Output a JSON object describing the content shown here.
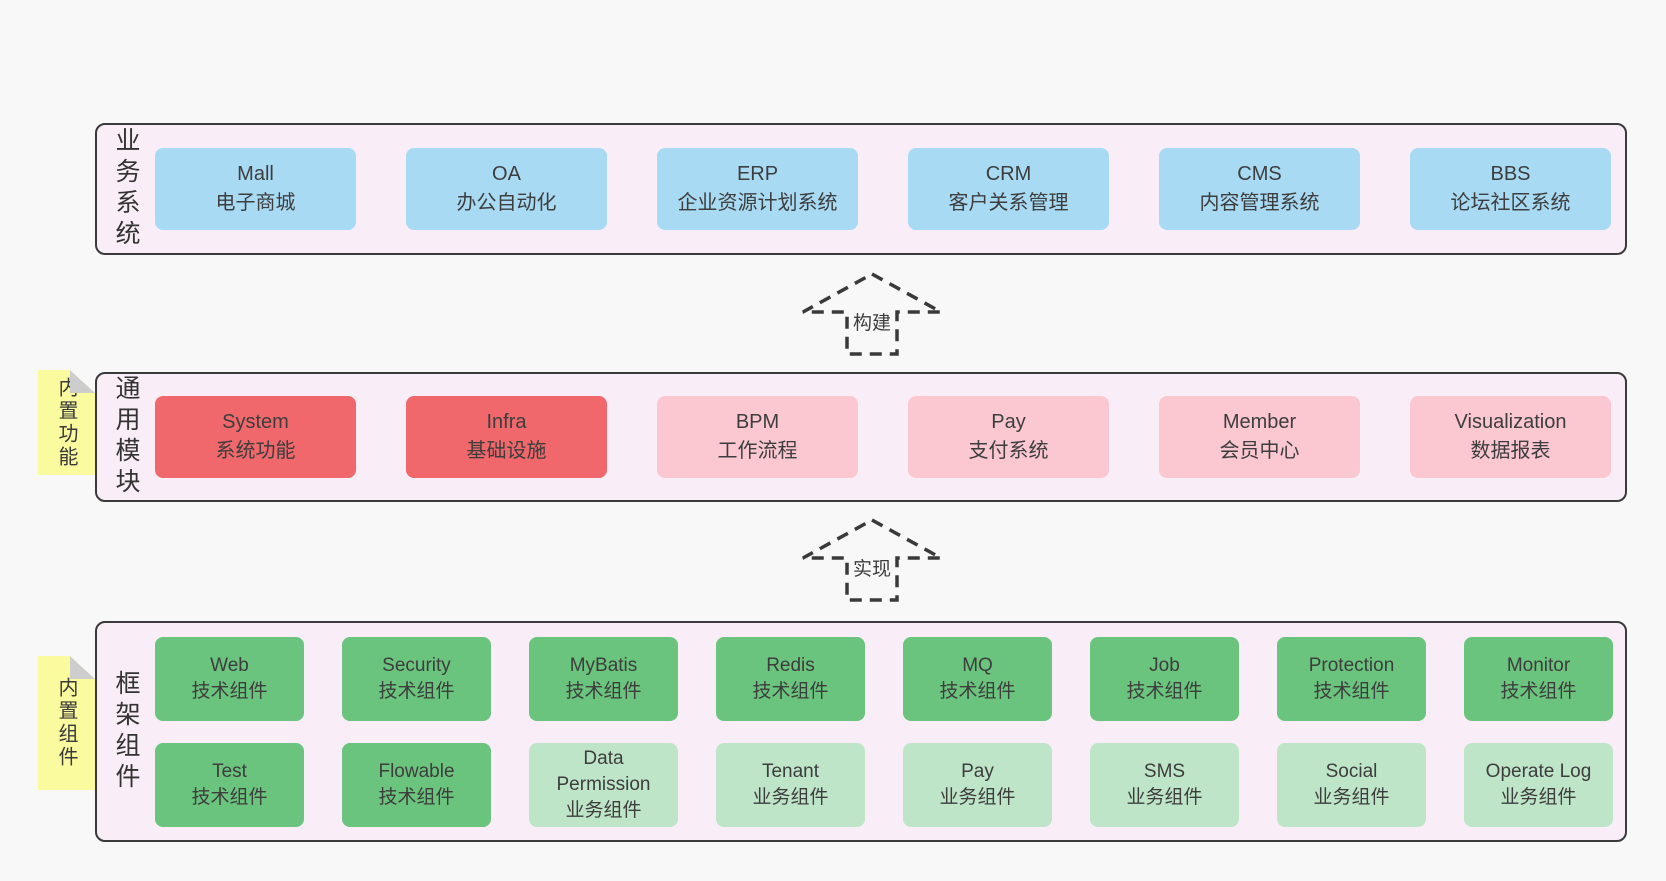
{
  "layers": [
    {
      "label": "业务系统",
      "boxes": [
        {
          "name": "Mall",
          "desc": "电子商城"
        },
        {
          "name": "OA",
          "desc": "办公自动化"
        },
        {
          "name": "ERP",
          "desc": "企业资源计划系统"
        },
        {
          "name": "CRM",
          "desc": "客户关系管理"
        },
        {
          "name": "CMS",
          "desc": "内容管理系统"
        },
        {
          "name": "BBS",
          "desc": "论坛社区系统"
        }
      ]
    },
    {
      "label": "通用模块",
      "note": "内置功能",
      "boxes": [
        {
          "name": "System",
          "desc": "系统功能"
        },
        {
          "name": "Infra",
          "desc": "基础设施"
        },
        {
          "name": "BPM",
          "desc": "工作流程"
        },
        {
          "name": "Pay",
          "desc": "支付系统"
        },
        {
          "name": "Member",
          "desc": "会员中心"
        },
        {
          "name": "Visualization",
          "desc": "数据报表"
        }
      ]
    },
    {
      "label": "框架组件",
      "note": "内置组件",
      "rows": [
        [
          {
            "name": "Web",
            "desc": "技术组件"
          },
          {
            "name": "Security",
            "desc": "技术组件"
          },
          {
            "name": "MyBatis",
            "desc": "技术组件"
          },
          {
            "name": "Redis",
            "desc": "技术组件"
          },
          {
            "name": "MQ",
            "desc": "技术组件"
          },
          {
            "name": "Job",
            "desc": "技术组件"
          },
          {
            "name": "Protection",
            "desc": "技术组件"
          },
          {
            "name": "Monitor",
            "desc": "技术组件"
          }
        ],
        [
          {
            "name": "Test",
            "desc": "技术组件"
          },
          {
            "name": "Flowable",
            "desc": "技术组件"
          },
          {
            "name": "Data Permission",
            "desc": "业务组件"
          },
          {
            "name": "Tenant",
            "desc": "业务组件"
          },
          {
            "name": "Pay",
            "desc": "业务组件"
          },
          {
            "name": "SMS",
            "desc": "业务组件"
          },
          {
            "name": "Social",
            "desc": "业务组件"
          },
          {
            "name": "Operate Log",
            "desc": "业务组件"
          }
        ]
      ]
    }
  ],
  "arrows": [
    {
      "label": "构建"
    },
    {
      "label": "实现"
    }
  ],
  "colors": {
    "page_bg": "#f8f8f8",
    "layer_bg": "#f9eef7",
    "layer_border": "#3a3a3a",
    "business_system_box": "#a9daf4",
    "core_module_box": "#f0686c",
    "optional_module_box": "#fbc8d2",
    "tech_component_box": "#6ac47d",
    "biz_component_box": "#bfe5c9",
    "sticky_note_bg": "#fafa9e",
    "sticky_note_fold": "#cdcdcd"
  }
}
